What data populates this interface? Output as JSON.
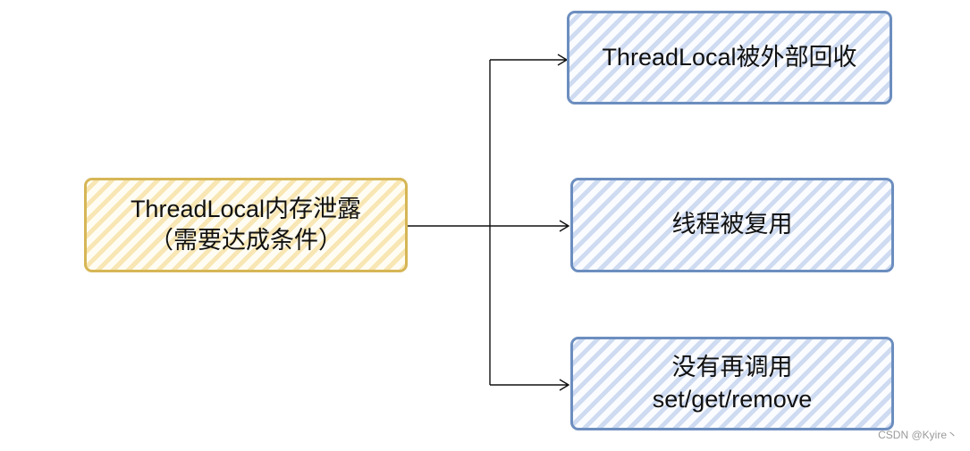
{
  "diagram": {
    "root": {
      "line1": "ThreadLocal内存泄露",
      "line2": "（需要达成条件）"
    },
    "conditions": [
      {
        "line1": "ThreadLocal被外部回收",
        "line2": ""
      },
      {
        "line1": "线程被复用",
        "line2": ""
      },
      {
        "line1": "没有再调用",
        "line2": "set/get/remove"
      }
    ]
  },
  "colors": {
    "root_border": "#d6b656",
    "condition_border": "#6c8ebf",
    "connector": "#111111"
  },
  "watermark": "CSDN @Kyire丶"
}
